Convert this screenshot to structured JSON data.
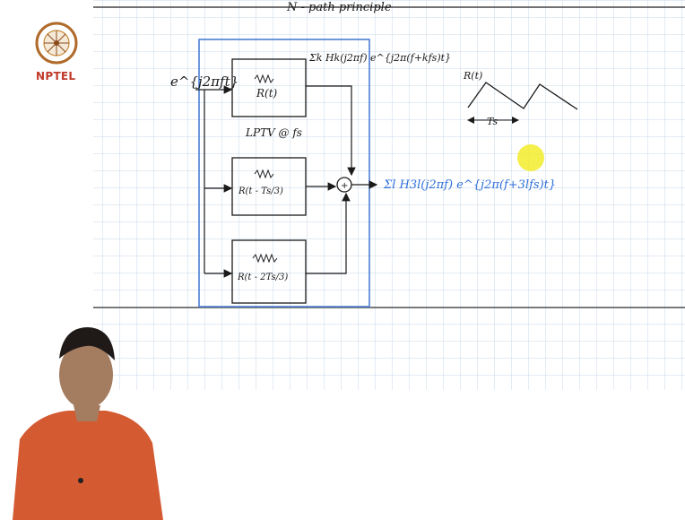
{
  "logo": {
    "name": "NPTEL"
  },
  "slide": {
    "title_fragment": "N - path principle",
    "input_signal": "e^{j2πft}",
    "path1_label": "R(t)",
    "path2_label": "R(t - Ts/3)",
    "path3_label": "R(t - 2Ts/3)",
    "lptv_label": "LPTV @ fs",
    "summation_sign": "+",
    "output_top": "Σk Hk(j2πf) e^{j2π(f+kfs)t}",
    "output_right": "Σl H3l(j2πf) e^{j2π(f+3lfs)t}",
    "waveform_label": "R(t)",
    "period_label": "Ts"
  },
  "colors": {
    "grid": "#c9d9ea",
    "box_outline": "#4a7fd4",
    "ink": "#1a1a1a",
    "blue_ink": "#2d6fd8",
    "highlight": "#f2ec2a"
  }
}
